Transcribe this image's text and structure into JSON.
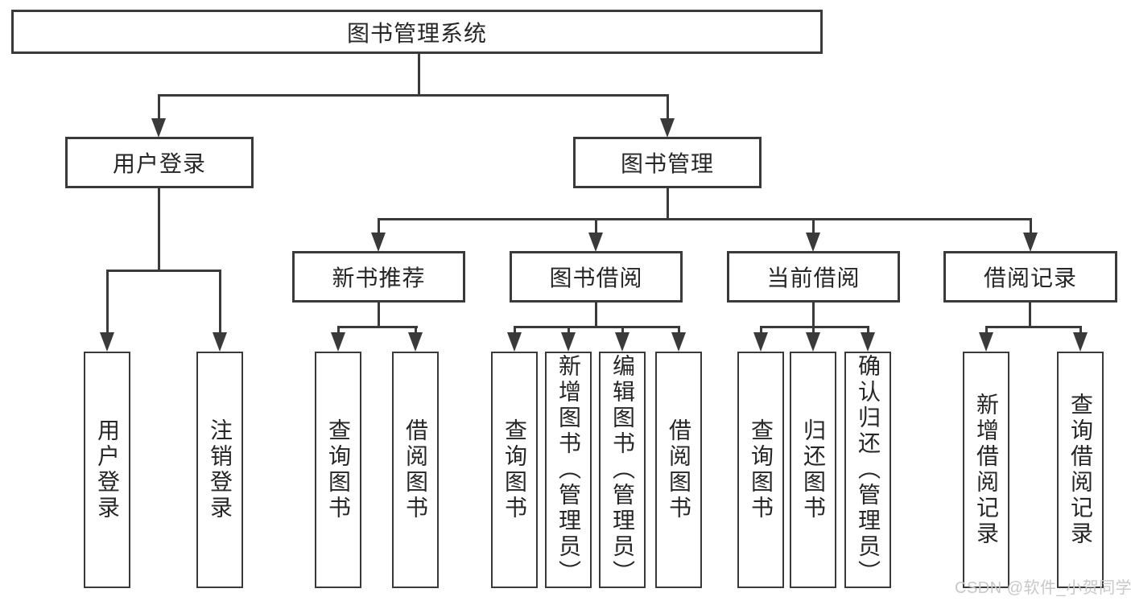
{
  "diagram": {
    "colors": {
      "line": "#3a3a3a",
      "text": "#262626",
      "background": "#ffffff",
      "watermark": "#c8c8c8"
    },
    "root": {
      "label": "图书管理系统"
    },
    "level1": [
      {
        "label": "用户登录"
      },
      {
        "label": "图书管理"
      }
    ],
    "level2": [
      {
        "label": "新书推荐"
      },
      {
        "label": "图书借阅"
      },
      {
        "label": "当前借阅"
      },
      {
        "label": "借阅记录"
      }
    ],
    "leaves": {
      "user_login": [
        {
          "label": "用户登录"
        },
        {
          "label": "注销登录"
        }
      ],
      "new_book_recommend": [
        {
          "label": "查询图书"
        },
        {
          "label": "借阅图书"
        }
      ],
      "book_borrowing": [
        {
          "label": "查询图书"
        },
        {
          "label": "新增图书（管理员）"
        },
        {
          "label": "编辑图书（管理员）"
        },
        {
          "label": "借阅图书"
        }
      ],
      "current_borrowing": [
        {
          "label": "查询图书"
        },
        {
          "label": "归还图书"
        },
        {
          "label": "确认归还（管理员）"
        }
      ],
      "borrowing_records": [
        {
          "label": "新增借阅记录"
        },
        {
          "label": "查询借阅记录"
        }
      ]
    },
    "watermark": "CSDN @软件_小贺同学"
  }
}
